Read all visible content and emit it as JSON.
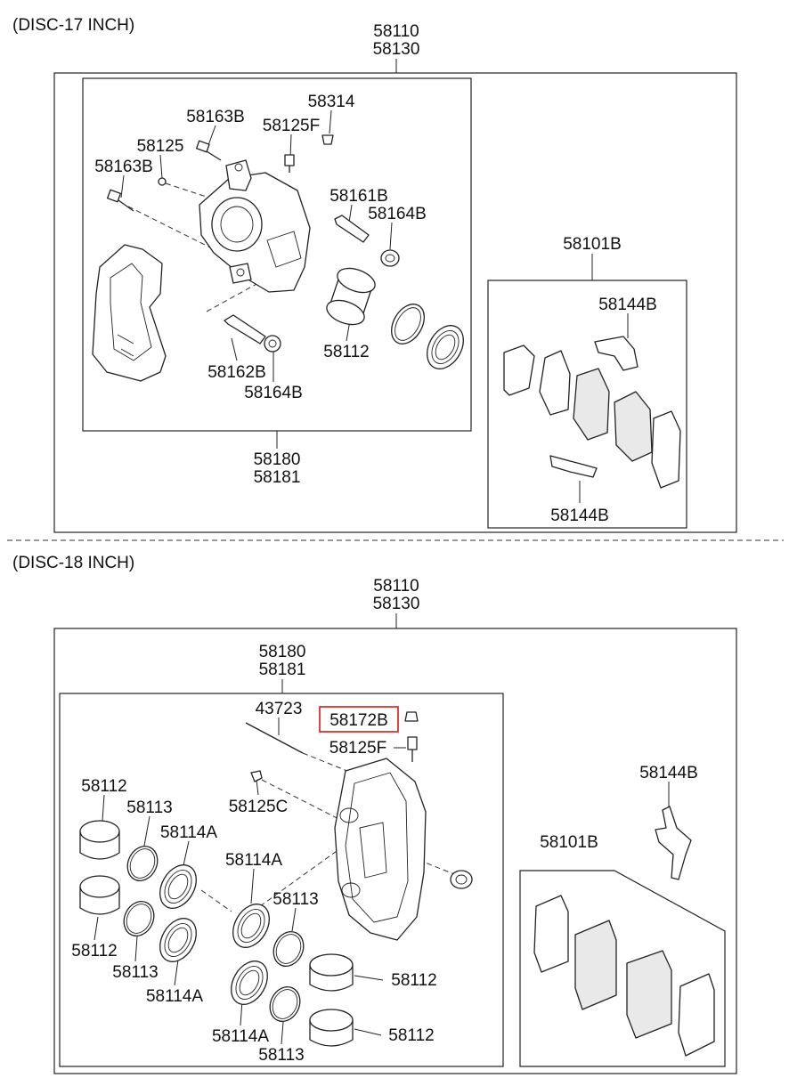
{
  "colors": {
    "highlight": "#e03030",
    "line": "#222222"
  },
  "sections": [
    {
      "title": "(DISC-17 INCH)",
      "assembly": [
        "58110",
        "58130"
      ],
      "caliper": [
        "58180",
        "58181"
      ],
      "pad_kit": "58101B",
      "labels": [
        "58314",
        "58163B",
        "58125F",
        "58125",
        "58163B",
        "58161B",
        "58164B",
        "58112",
        "58162B",
        "58164B",
        "58144B",
        "58144B"
      ]
    },
    {
      "title": "(DISC-18 INCH)",
      "assembly": [
        "58110",
        "58130"
      ],
      "caliper": [
        "58180",
        "58181"
      ],
      "pad_kit": "58101B",
      "highlighted_part": "58172B",
      "labels": [
        "43723",
        "58125F",
        "58125C",
        "58144B",
        "58112",
        "58113",
        "58114A",
        "58114A",
        "58113",
        "58112",
        "58113",
        "58114A",
        "58112",
        "58114A",
        "58113",
        "58112"
      ]
    }
  ]
}
